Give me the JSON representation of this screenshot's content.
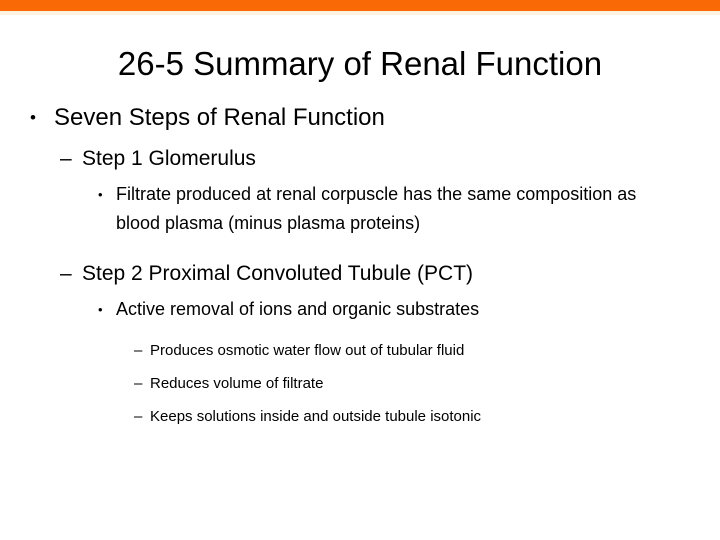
{
  "slide": {
    "title": "26-5 Summary of Renal Function",
    "accent_color": "#f96a07",
    "accent_secondary_color": "#fcf3e0",
    "background_color": "#ffffff",
    "text_color": "#000000"
  },
  "markers": {
    "level1": "•",
    "level2": "–",
    "level3": "•",
    "level4": "–"
  },
  "outline": {
    "level1": "Seven Steps of Renal Function",
    "step1": {
      "heading": "Step 1 Glomerulus",
      "detail": "Filtrate produced at renal corpuscle has the same composition as blood plasma (minus plasma proteins)"
    },
    "step2": {
      "heading": "Step 2 Proximal Convoluted Tubule (PCT)",
      "detail": "Active removal of ions and organic substrates",
      "subdetails": [
        "Produces osmotic water flow out of tubular fluid",
        "Reduces volume of filtrate",
        "Keeps solutions inside and outside tubule isotonic"
      ]
    }
  }
}
